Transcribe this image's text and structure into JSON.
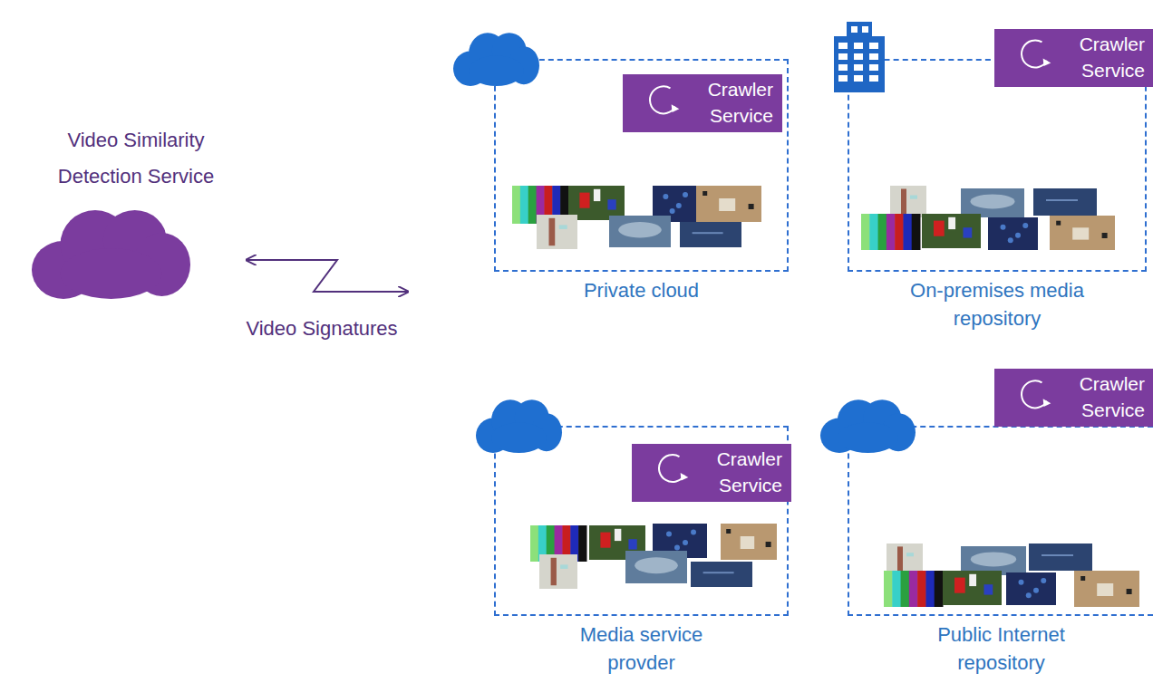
{
  "diagram": {
    "nodes": [
      {
        "text": [
          "Video Similarity Detection Service"
        ]
      },
      {
        "text": [
          "Private cloud"
        ]
      },
      {
        "text": [
          "Crawler Service"
        ],
        "in": 1
      },
      {
        "text": [
          "On-premises media repository"
        ]
      },
      {
        "text": [
          "Crawler Service"
        ],
        "in": 3
      },
      {
        "text": [
          "Media service provder"
        ]
      },
      {
        "text": [
          "Crawler Service"
        ],
        "in": 5
      },
      {
        "text": [
          "Public Internet repository"
        ]
      },
      {
        "text": [
          "Crawler Service"
        ],
        "in": 7
      }
    ],
    "labels": [
      "Video Signatures"
    ]
  }
}
